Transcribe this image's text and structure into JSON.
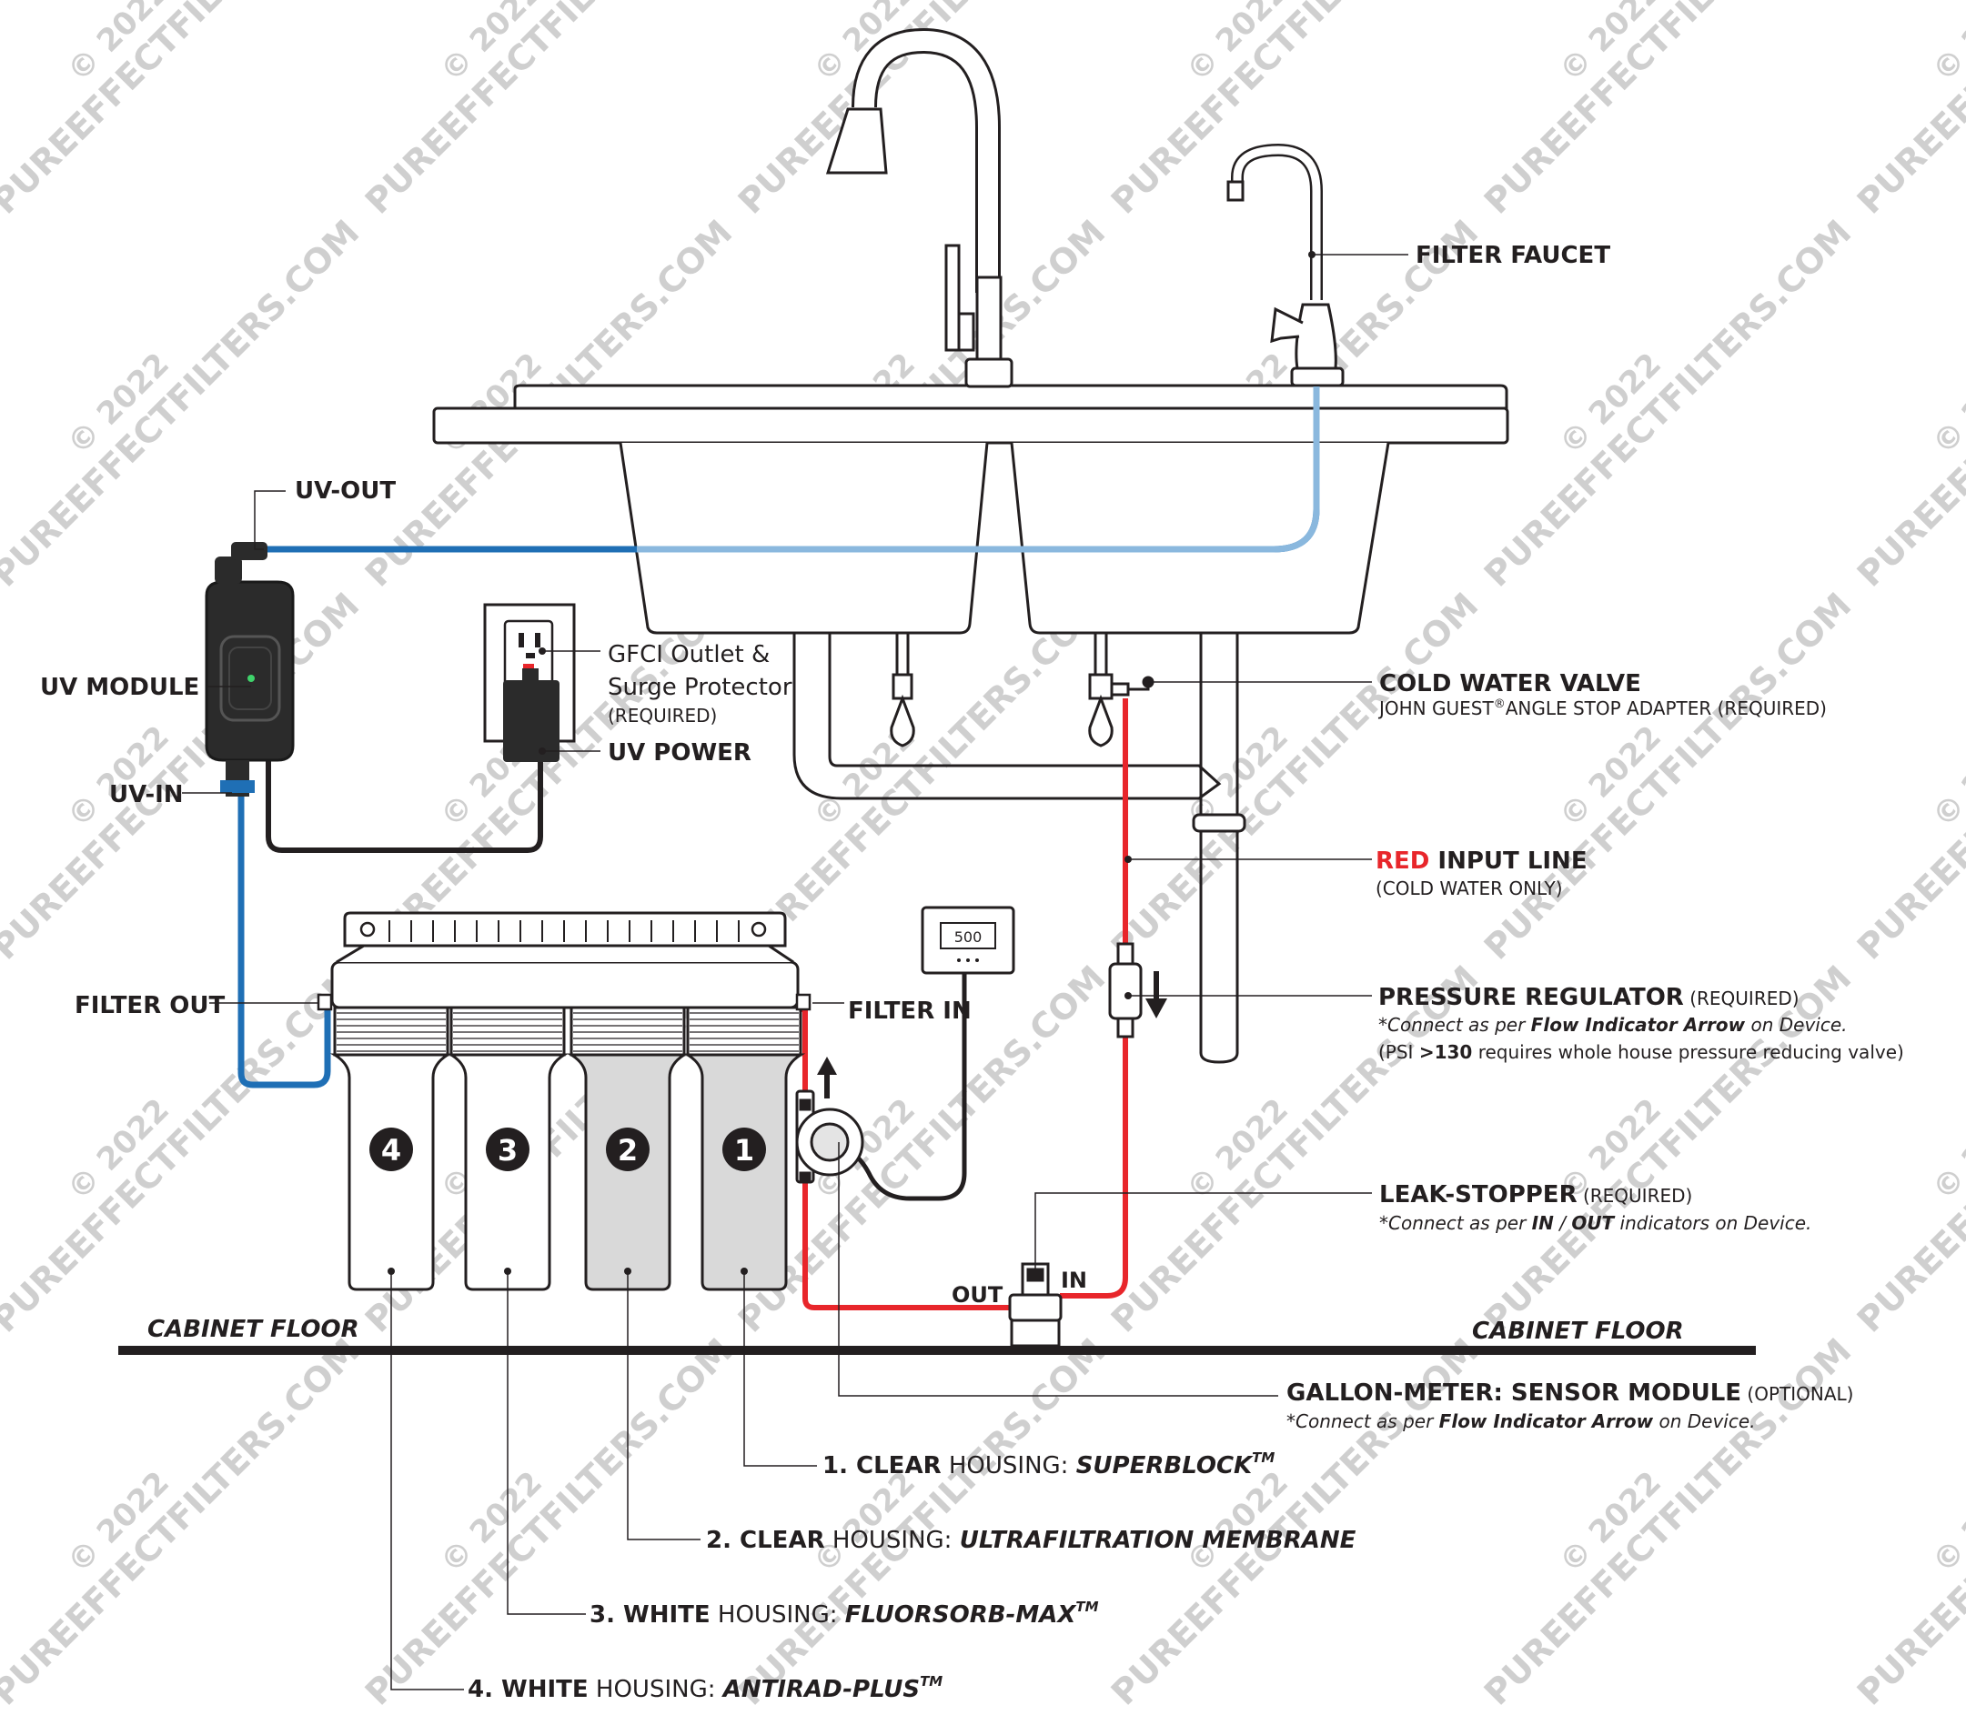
{
  "watermark": {
    "year": "© 2022",
    "site": "PUREEFFECTFILTERS.COM"
  },
  "colors": {
    "cold_line": "#e8262b",
    "filtered_line": "#1f6fb5",
    "filtered_light": "#8ab8de",
    "power_cord": "#231f20",
    "accent_red": "#e8262b"
  },
  "labels": {
    "filter_faucet": "FILTER FAUCET",
    "uv_out": "UV-OUT",
    "uv_module": "UV MODULE",
    "uv_in": "UV-IN",
    "gfci_line1": "GFCI Outlet &",
    "gfci_line2": "Surge Protector",
    "gfci_required": "(REQUIRED)",
    "uv_power": "UV POWER",
    "cold_water_valve": "COLD WATER VALVE",
    "cold_valve_sub_a": "JOHN GUEST",
    "cold_valve_reg": "®",
    "cold_valve_sub_b": "ANGLE STOP ADAPTER (REQUIRED)",
    "red_word": "RED",
    "input_line": " INPUT LINE",
    "cold_only": "(COLD WATER ONLY)",
    "pressure_regulator": "PRESSURE REGULATOR",
    "pr_required": " (REQUIRED)",
    "pr_note_a": "*Connect as per ",
    "pr_note_b": "Flow Indicator Arrow",
    "pr_note_c": " on Device.",
    "psi_a": "(PSI ",
    "psi_b": ">130",
    "psi_c": " requires whole house pressure reducing valve)",
    "filter_out": "FILTER OUT",
    "filter_in": "FILTER IN",
    "leak_stopper": "LEAK-STOPPER",
    "ls_required": " (REQUIRED)",
    "ls_note_a": "*Connect as per ",
    "ls_note_b": "IN",
    "ls_note_c": " / ",
    "ls_note_d": "OUT",
    "ls_note_e": " indicators on Device.",
    "out": "OUT",
    "in": "IN",
    "cabinet_floor_left": "CABINET FLOOR",
    "cabinet_floor_right": "CABINET FLOOR",
    "gallon_meter": "GALLON-METER: SENSOR MODULE",
    "gm_optional": " (OPTIONAL)",
    "gm_note_a": "*Connect as per ",
    "gm_note_b": "Flow Indicator Arrow",
    "gm_note_c": " on Device.",
    "meter_display": "500"
  },
  "stages": [
    {
      "num": "1",
      "legend_num": "1.",
      "color_word": "CLEAR",
      "housing": " HOUSING: ",
      "media": "SUPERBLOCK",
      "tm": "TM"
    },
    {
      "num": "2",
      "legend_num": "2.",
      "color_word": "CLEAR",
      "housing": " HOUSING: ",
      "media": "ULTRAFILTRATION MEMBRANE",
      "tm": ""
    },
    {
      "num": "3",
      "legend_num": "3.",
      "color_word": "WHITE",
      "housing": " HOUSING: ",
      "media": "FLUORSORB-MAX",
      "tm": "TM"
    },
    {
      "num": "4",
      "legend_num": "4.",
      "color_word": "WHITE",
      "housing": " HOUSING: ",
      "media": "ANTIRAD-PLUS",
      "tm": "TM"
    }
  ]
}
